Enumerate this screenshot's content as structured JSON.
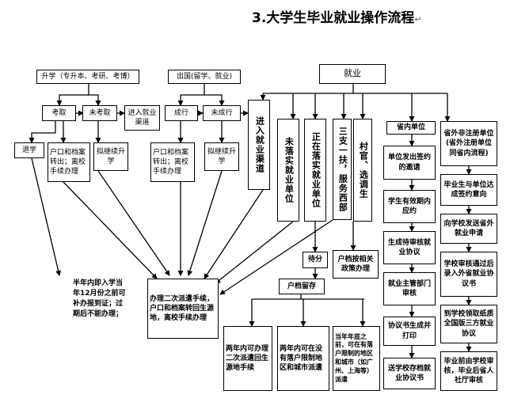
{
  "title": "3.大学生毕业就业操作流程",
  "return_mark": "↵",
  "nodes": {
    "further_study": "升学（专升本、考研、考博）",
    "go_abroad": "出国(留学、就业)",
    "employment": "就业",
    "admitted": "考取",
    "not_admitted": "未考取",
    "enter_channel_small": "进入就业渠道",
    "abroad_success": "成行",
    "abroad_fail": "未成行",
    "enter_channel_big": "进入就业渠道",
    "drop_out": "退学",
    "hukou_transfer_1": "户口和档案转出；离校手续办理",
    "continue_study_1": "拟继续升学",
    "hukou_transfer_2": "户口和档案转出；离校手续办理",
    "continue_study_2": "拟继续升学",
    "unit_not_found": "未落实就业单位",
    "unit_in_progress": "正在落实就业单位",
    "three_supports": "三支一扶，服务西部",
    "village_official": "村官、选调生",
    "in_province": "省内单位",
    "out_province": "省外非注册单位(省外注册单位同省内流程)",
    "offer_letter": "单位发出签约的邀请",
    "respond_in_time": "学生有效期内应约",
    "generate_agreement": "生成待审核就业协议",
    "employer_agree": "毕业生与单位达成签约意向",
    "apply_out_province": "向学校发送省外就业申请",
    "supervisor_review": "就业主管部门审核",
    "school_review": "学校审核通过后录入外省就业协议书",
    "print_agreement": "协议书生成并打印",
    "paper_agreement": "到学校领取纸质全国版三方就业协议",
    "send_school": "送学校存档就业协议书",
    "final_review": "毕业前由学校审核，毕业后省人社厅审核",
    "pending": "待分",
    "archive_hold": "户档留存",
    "policy_handled": "户档按相关政策办理",
    "note_half_year": "半年内即入学当年12月份之前可补办报到证；过期后不能办理；",
    "secondary_dispatch": "办理二次派遣手续，户口和档案转回生源地，离校手续办理",
    "two_years_origin": "两年内可办理二次派遣回生源地手续",
    "two_years_unrestricted": "两年内可在没有落户限制地区和城市派遣",
    "before_year_end": "当年年底之前，可在有落户限制的地区和城市（如广州、上海等）派遣"
  }
}
